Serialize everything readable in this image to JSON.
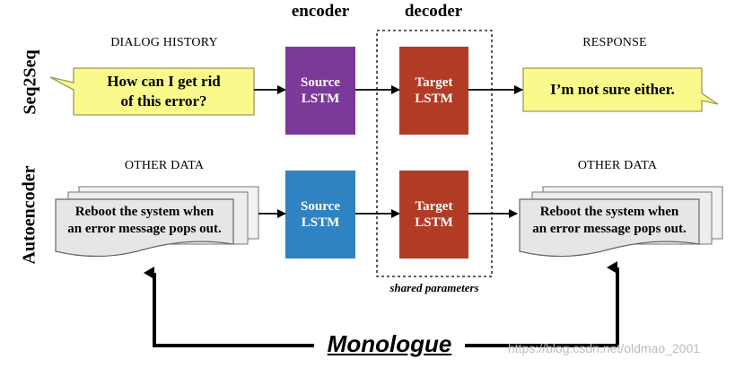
{
  "headers": {
    "encoder": "encoder",
    "decoder": "decoder"
  },
  "rows": {
    "top": "Seq2Seq",
    "bottom": "Autoencoder"
  },
  "sections": {
    "dialog_history": "DIALOG HISTORY",
    "response": "RESPONSE",
    "other_data_left": "OTHER DATA",
    "other_data_right": "OTHER DATA"
  },
  "bubbles": {
    "input_line1": "How can I get rid",
    "input_line2": "of this error?",
    "response": "I’m not sure either."
  },
  "lstm": {
    "source_top": {
      "line1": "Source",
      "line2": "LSTM",
      "color": "#7b3a99"
    },
    "target_top": {
      "line1": "Target",
      "line2": "LSTM",
      "color": "#b23b26"
    },
    "source_bottom": {
      "line1": "Source",
      "line2": "LSTM",
      "color": "#2f83c3"
    },
    "target_bottom": {
      "line1": "Target",
      "line2": "LSTM",
      "color": "#b23b26"
    }
  },
  "documents": {
    "left_line1": "Reboot the system when",
    "left_line2": "an error message pops out.",
    "right_line1": "Reboot the system when",
    "right_line2": "an error message pops out."
  },
  "shared_parameters": "shared parameters",
  "monologue": "Monologue",
  "watermark": "https://blog.csdn.net/oldmao_2001",
  "colors": {
    "bubble_fill": "#fafa8c",
    "doc_fill": "#e8e8e8",
    "line": "#000000"
  }
}
